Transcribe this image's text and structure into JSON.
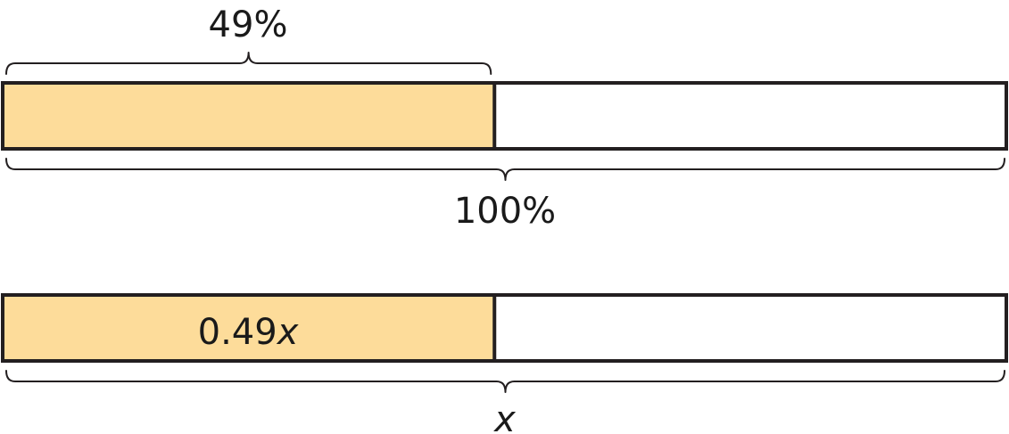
{
  "colors": {
    "filled": "#fddc9a",
    "empty": "#ffffff",
    "outline": "#231f20"
  },
  "top_bar": {
    "part_fraction": 0.49,
    "part_label": "49%",
    "whole_label": "100%"
  },
  "bottom_bar": {
    "part_fraction": 0.49,
    "part_label_number": "0.49",
    "part_label_variable": "x",
    "whole_label": "x"
  }
}
